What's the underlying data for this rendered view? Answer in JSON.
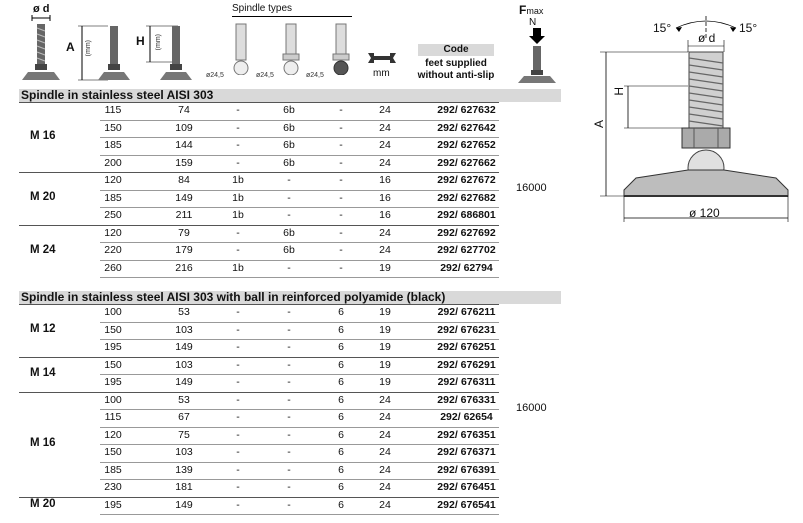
{
  "header": {
    "od_label": "ø d",
    "a_label": "A",
    "h_label": "H",
    "mm_label": "(mm)",
    "spindle_types_label": "Spindle types",
    "dim_label": "ø24,5",
    "wrench_unit": "mm",
    "code_label": "Code",
    "code_sub1": "feet supplied",
    "code_sub2": "without anti-slip",
    "fmax_label_f": "F",
    "fmax_label_max": "max",
    "fmax_unit": "N"
  },
  "sections": [
    {
      "title": "Spindle in stainless steel AISI 303",
      "fmax": "16000",
      "groups": [
        {
          "name": "M 16",
          "rows": [
            [
              "115",
              "74",
              "-",
              "6b",
              "-",
              "24",
              "292/ 627632"
            ],
            [
              "150",
              "109",
              "-",
              "6b",
              "-",
              "24",
              "292/ 627642"
            ],
            [
              "185",
              "144",
              "-",
              "6b",
              "-",
              "24",
              "292/ 627652"
            ],
            [
              "200",
              "159",
              "-",
              "6b",
              "-",
              "24",
              "292/ 627662"
            ]
          ]
        },
        {
          "name": "M 20",
          "rows": [
            [
              "120",
              "84",
              "1b",
              "-",
              "-",
              "16",
              "292/ 627672"
            ],
            [
              "185",
              "149",
              "1b",
              "-",
              "-",
              "16",
              "292/ 627682"
            ],
            [
              "250",
              "211",
              "1b",
              "-",
              "-",
              "16",
              "292/ 686801"
            ]
          ]
        },
        {
          "name": "M 24",
          "rows": [
            [
              "120",
              "79",
              "-",
              "6b",
              "-",
              "24",
              "292/ 627692"
            ],
            [
              "220",
              "179",
              "-",
              "6b",
              "-",
              "24",
              "292/ 627702"
            ],
            [
              "260",
              "216",
              "1b",
              "-",
              "-",
              "19",
              "292/ 62794"
            ]
          ]
        }
      ]
    },
    {
      "title": "Spindle in stainless steel AISI 303 with ball in reinforced polyamide (black)",
      "fmax": "16000",
      "groups": [
        {
          "name": "M 12",
          "rows": [
            [
              "100",
              "53",
              "-",
              "-",
              "6",
              "19",
              "292/ 676211"
            ],
            [
              "150",
              "103",
              "-",
              "-",
              "6",
              "19",
              "292/ 676231"
            ],
            [
              "195",
              "149",
              "-",
              "-",
              "6",
              "19",
              "292/ 676251"
            ]
          ]
        },
        {
          "name": "M 14",
          "rows": [
            [
              "150",
              "103",
              "-",
              "-",
              "6",
              "19",
              "292/ 676291"
            ],
            [
              "195",
              "149",
              "-",
              "-",
              "6",
              "19",
              "292/ 676311"
            ]
          ]
        },
        {
          "name": "M 16",
          "rows": [
            [
              "100",
              "53",
              "-",
              "-",
              "6",
              "24",
              "292/ 676331"
            ],
            [
              "115",
              "67",
              "-",
              "-",
              "6",
              "24",
              "292/ 62654"
            ],
            [
              "120",
              "75",
              "-",
              "-",
              "6",
              "24",
              "292/ 676351"
            ],
            [
              "150",
              "103",
              "-",
              "-",
              "6",
              "24",
              "292/ 676371"
            ],
            [
              "185",
              "139",
              "-",
              "-",
              "6",
              "24",
              "292/ 676391"
            ],
            [
              "230",
              "181",
              "-",
              "-",
              "6",
              "24",
              "292/ 676451"
            ]
          ]
        },
        {
          "name": "M 20",
          "rows": [
            [
              "195",
              "149",
              "-",
              "-",
              "6",
              "24",
              "292/ 676541"
            ]
          ]
        }
      ]
    }
  ],
  "drawing": {
    "angle_left": "15°",
    "angle_right": "15°",
    "od_label": "ø d",
    "h_label": "H",
    "a_label": "A",
    "base_label": "ø 120"
  }
}
